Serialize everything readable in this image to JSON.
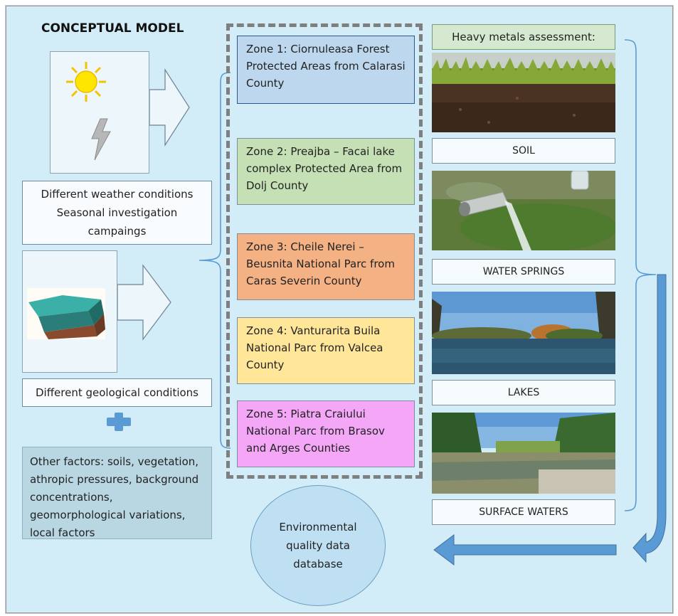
{
  "diagram": {
    "title": "CONCEPTUAL MODEL",
    "weather": {
      "text": "Different weather conditions Seasonal investigation campaings"
    },
    "geology": {
      "text": "Different geological conditions"
    },
    "other_factors": {
      "text": "Other factors: soils, vegetation, athropic pressures, background concentrations, geomorphological variations, local factors"
    },
    "zones": [
      {
        "label": "Zone 1: Ciornuleasa Forest Protected Areas from Calarasi County"
      },
      {
        "label": "Zone 2: Preajba – Facai lake complex Protected Area from Dolj County"
      },
      {
        "label": "Zone 3: Cheile Nerei – Beusnita National Parc from Caras Severin County"
      },
      {
        "label": "Zone 4: Vanturarita Buila National Parc from Valcea County"
      },
      {
        "label": "Zone 5: Piatra Craiului National Parc from Brasov and Arges Counties"
      }
    ],
    "assessment": {
      "heading": "Heavy metals assessment:",
      "items": [
        {
          "label": "SOIL",
          "photo": "soil-photo"
        },
        {
          "label": "WATER SPRINGS",
          "photo": "water-spring-photo"
        },
        {
          "label": "LAKES",
          "photo": "lake-photo"
        },
        {
          "label": "SURFACE WATERS",
          "photo": "river-photo"
        }
      ]
    },
    "database": {
      "label": "Environmental quality data database"
    },
    "colors": {
      "background": "#d3edf8",
      "zone1": "#bdd7ee",
      "zone2": "#c5e0b4",
      "zone3": "#f4b183",
      "zone4": "#ffe699",
      "zone5": "#f3a7f6",
      "arrow_blue": "#5b9bd5"
    },
    "icons": [
      "sun-icon",
      "lightning-icon",
      "geological-layers-icon",
      "plus-icon",
      "hollow-arrow-icon",
      "bracket-connector",
      "down-curved-arrow",
      "left-block-arrow"
    ]
  }
}
